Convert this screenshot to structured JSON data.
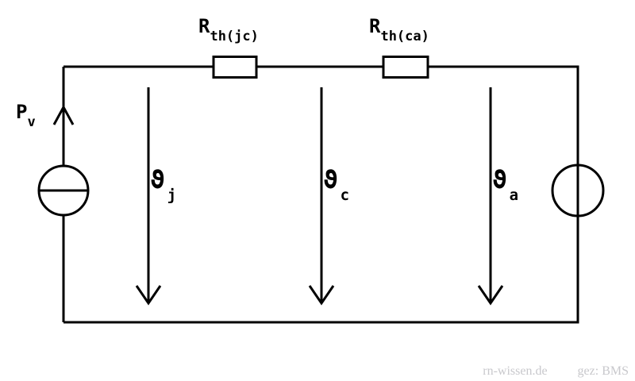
{
  "diagram": {
    "description": "Thermal equivalent circuit with power source, junction-case and case-ambient thermal resistances",
    "colors": {
      "background": "#ffffff",
      "line": "#000000",
      "watermark": "#c8c8cc"
    },
    "labels": {
      "power_source": {
        "main": "P",
        "sub": "v"
      },
      "resistor_jc": {
        "main": "R",
        "sub": "th(jc)"
      },
      "resistor_ca": {
        "main": "R",
        "sub": "th(ca)"
      },
      "theta_j": {
        "main": "ϑ",
        "sub": "j"
      },
      "theta_c": {
        "main": "ϑ",
        "sub": "c"
      },
      "theta_a": {
        "main": "ϑ",
        "sub": "a"
      }
    },
    "watermark": {
      "site": "rn-wissen.de",
      "credit": "gez: BMS"
    }
  }
}
